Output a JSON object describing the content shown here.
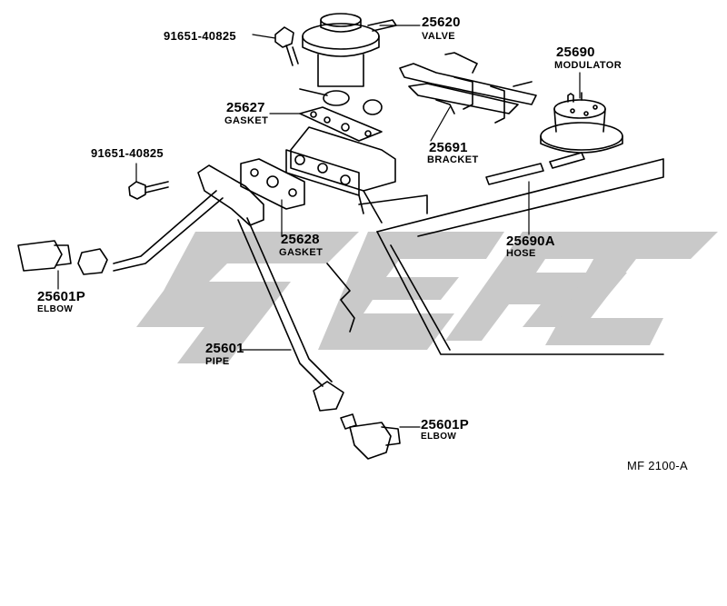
{
  "parts": [
    {
      "id": "valve",
      "number": "25620",
      "name": "VALVE"
    },
    {
      "id": "modulator",
      "number": "25690",
      "name": "MODULATOR"
    },
    {
      "id": "gasket-upper",
      "number": "25627",
      "name": "GASKET"
    },
    {
      "id": "bracket",
      "number": "25691",
      "name": "BRACKET"
    },
    {
      "id": "gasket-lower",
      "number": "25628",
      "name": "GASKET"
    },
    {
      "id": "hose",
      "number": "25690A",
      "name": "HOSE"
    },
    {
      "id": "elbow-left",
      "number": "25601P",
      "name": "ELBOW"
    },
    {
      "id": "pipe",
      "number": "25601",
      "name": "PIPE"
    },
    {
      "id": "elbow-right",
      "number": "25601P",
      "name": "ELBOW"
    },
    {
      "id": "bolt-top",
      "number": "91651-40825",
      "name": ""
    },
    {
      "id": "bolt-left",
      "number": "91651-40825",
      "name": ""
    }
  ],
  "figure_code": "MF 2100-A",
  "watermark_color": "#c8c8c8",
  "line_color": "#000000"
}
